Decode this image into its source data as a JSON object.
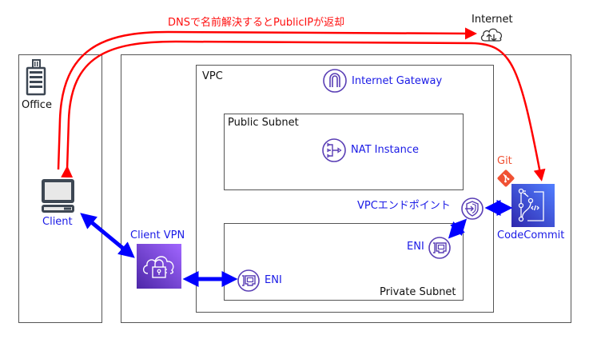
{
  "title_annotation": "DNSで名前解決するとPublicIPが返却",
  "internet": {
    "label": "Internet",
    "icon": "cloud-upload-download-icon"
  },
  "office": {
    "label": "Office",
    "icon": "office-building-icon"
  },
  "client": {
    "label": "Client",
    "icon": "desktop-computer-icon"
  },
  "vpc": {
    "label": "VPC"
  },
  "internet_gateway": {
    "label": "Internet Gateway",
    "icon": "internet-gateway-icon"
  },
  "public_subnet": {
    "label": "Public Subnet"
  },
  "nat_instance": {
    "label": "NAT Instance",
    "icon": "nat-instance-icon"
  },
  "private_subnet": {
    "label": "Private Subnet"
  },
  "client_vpn": {
    "label": "Client VPN",
    "icon": "client-vpn-icon"
  },
  "eni_left": {
    "label": "ENI",
    "icon": "eni-icon"
  },
  "eni_right": {
    "label": "ENI",
    "icon": "eni-icon"
  },
  "vpc_endpoint": {
    "label": "VPCエンドポイント",
    "icon": "vpc-endpoint-icon"
  },
  "git": {
    "label": "Git",
    "icon": "git-logo-icon"
  },
  "codecommit": {
    "label": "CodeCommit",
    "icon": "codecommit-icon"
  },
  "colors": {
    "dns_flow": "#ff0000",
    "connection": "#0000ff",
    "service_label": "#1a1ae6",
    "aws_icon_purple": "#5a3fb5",
    "git": "#f05133"
  }
}
